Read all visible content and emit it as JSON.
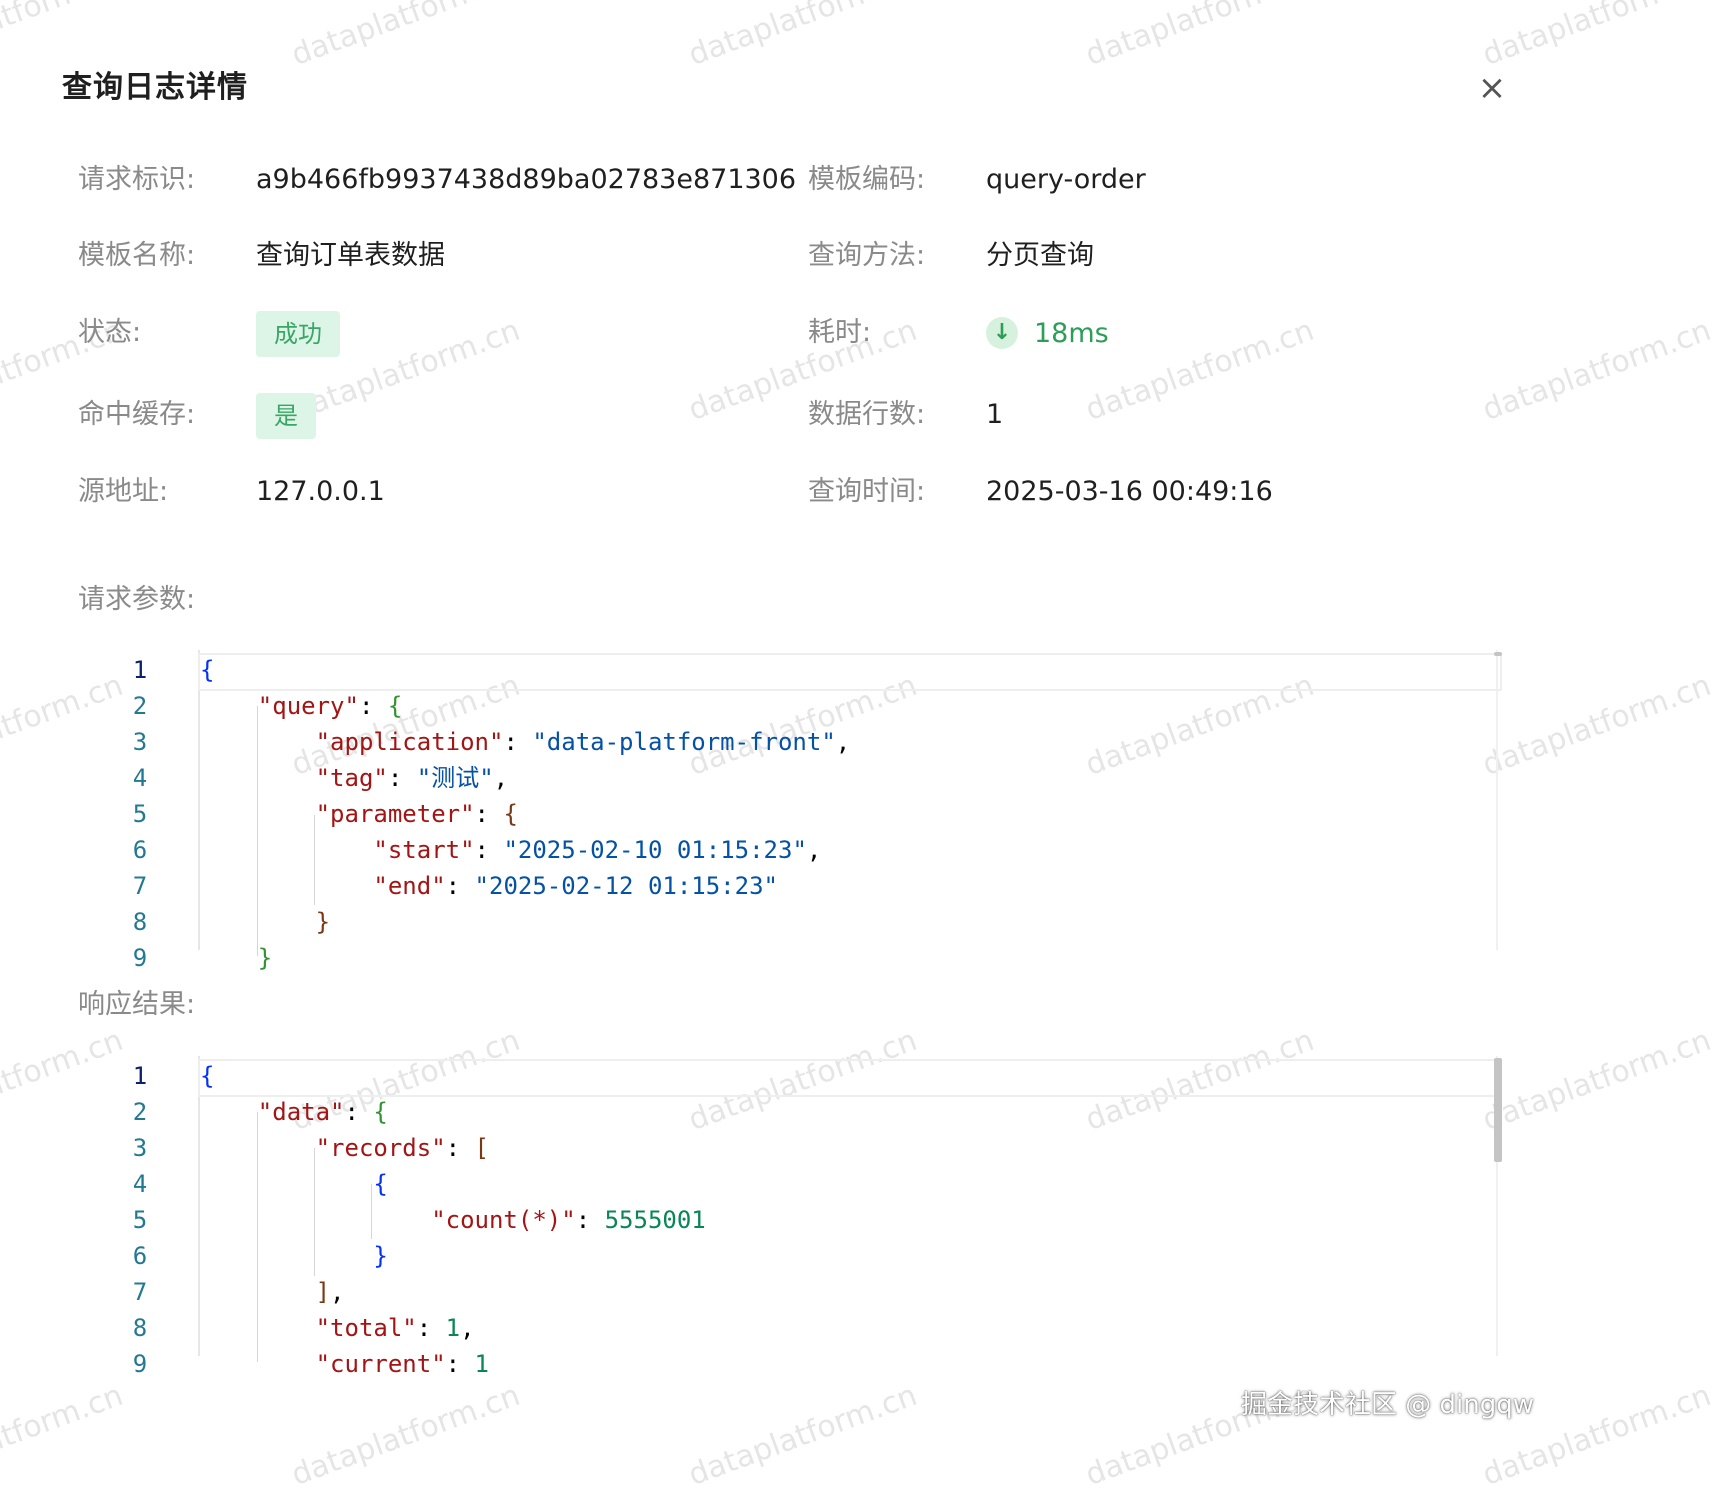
{
  "dialog": {
    "title": "查询日志详情",
    "close_label": "×"
  },
  "info": {
    "request_id_label": "请求标识:",
    "request_id": "a9b466fb9937438d89ba02783e871306",
    "template_code_label": "模板编码:",
    "template_code": "query-order",
    "template_name_label": "模板名称:",
    "template_name": "查询订单表数据",
    "query_method_label": "查询方法:",
    "query_method": "分页查询",
    "status_label": "状态:",
    "status": "成功",
    "duration_label": "耗时:",
    "duration": "18ms",
    "cache_hit_label": "命中缓存:",
    "cache_hit": "是",
    "row_count_label": "数据行数:",
    "row_count": "1",
    "source_ip_label": "源地址:",
    "source_ip": "127.0.0.1",
    "query_time_label": "查询时间:",
    "query_time": "2025-03-16 00:49:16"
  },
  "request": {
    "label": "请求参数:",
    "lines": [
      {
        "n": "1",
        "code": [
          {
            "t": "{",
            "c": "b1"
          }
        ]
      },
      {
        "n": "2",
        "code": [
          {
            "t": "    "
          },
          {
            "t": "\"query\"",
            "c": "k"
          },
          {
            "t": ": ",
            "c": "p"
          },
          {
            "t": "{",
            "c": "b2"
          }
        ]
      },
      {
        "n": "3",
        "code": [
          {
            "t": "        "
          },
          {
            "t": "\"application\"",
            "c": "k"
          },
          {
            "t": ": ",
            "c": "p"
          },
          {
            "t": "\"data-platform-front\"",
            "c": "s"
          },
          {
            "t": ",",
            "c": "p"
          }
        ]
      },
      {
        "n": "4",
        "code": [
          {
            "t": "        "
          },
          {
            "t": "\"tag\"",
            "c": "k"
          },
          {
            "t": ": ",
            "c": "p"
          },
          {
            "t": "\"测试\"",
            "c": "s"
          },
          {
            "t": ",",
            "c": "p"
          }
        ]
      },
      {
        "n": "5",
        "code": [
          {
            "t": "        "
          },
          {
            "t": "\"parameter\"",
            "c": "k"
          },
          {
            "t": ": ",
            "c": "p"
          },
          {
            "t": "{",
            "c": "b3"
          }
        ]
      },
      {
        "n": "6",
        "code": [
          {
            "t": "            "
          },
          {
            "t": "\"start\"",
            "c": "k"
          },
          {
            "t": ": ",
            "c": "p"
          },
          {
            "t": "\"2025-02-10 01:15:23\"",
            "c": "s"
          },
          {
            "t": ",",
            "c": "p"
          }
        ]
      },
      {
        "n": "7",
        "code": [
          {
            "t": "            "
          },
          {
            "t": "\"end\"",
            "c": "k"
          },
          {
            "t": ": ",
            "c": "p"
          },
          {
            "t": "\"2025-02-12 01:15:23\"",
            "c": "s"
          }
        ]
      },
      {
        "n": "8",
        "code": [
          {
            "t": "        "
          },
          {
            "t": "}",
            "c": "b3"
          }
        ]
      },
      {
        "n": "9",
        "code": [
          {
            "t": "    "
          },
          {
            "t": "}",
            "c": "b2"
          }
        ]
      }
    ]
  },
  "response": {
    "label": "响应结果:",
    "lines": [
      {
        "n": "1",
        "code": [
          {
            "t": "{",
            "c": "b1"
          }
        ]
      },
      {
        "n": "2",
        "code": [
          {
            "t": "    "
          },
          {
            "t": "\"data\"",
            "c": "k"
          },
          {
            "t": ": ",
            "c": "p"
          },
          {
            "t": "{",
            "c": "b2"
          }
        ]
      },
      {
        "n": "3",
        "code": [
          {
            "t": "        "
          },
          {
            "t": "\"records\"",
            "c": "k"
          },
          {
            "t": ": ",
            "c": "p"
          },
          {
            "t": "[",
            "c": "b3"
          }
        ]
      },
      {
        "n": "4",
        "code": [
          {
            "t": "            "
          },
          {
            "t": "{",
            "c": "b1"
          }
        ]
      },
      {
        "n": "5",
        "code": [
          {
            "t": "                "
          },
          {
            "t": "\"count(*)\"",
            "c": "k"
          },
          {
            "t": ": ",
            "c": "p"
          },
          {
            "t": "5555001",
            "c": "n"
          }
        ]
      },
      {
        "n": "6",
        "code": [
          {
            "t": "            "
          },
          {
            "t": "}",
            "c": "b1"
          }
        ]
      },
      {
        "n": "7",
        "code": [
          {
            "t": "        "
          },
          {
            "t": "]",
            "c": "b3"
          },
          {
            "t": ",",
            "c": "p"
          }
        ]
      },
      {
        "n": "8",
        "code": [
          {
            "t": "        "
          },
          {
            "t": "\"total\"",
            "c": "k"
          },
          {
            "t": ": ",
            "c": "p"
          },
          {
            "t": "1",
            "c": "n"
          },
          {
            "t": ",",
            "c": "p"
          }
        ]
      },
      {
        "n": "9",
        "code": [
          {
            "t": "        "
          },
          {
            "t": "\"current\"",
            "c": "k"
          },
          {
            "t": ": ",
            "c": "p"
          },
          {
            "t": "1",
            "c": "n"
          }
        ]
      }
    ]
  },
  "watermark_text": "dataplatform.cn",
  "footer_credit": "掘金技术社区 @ dingqw",
  "colors": {
    "success_bg": "#dcf5e6",
    "success_text": "#3aa666",
    "json_key": "#a31515",
    "json_string": "#0451a5",
    "json_number": "#098658",
    "line_number": "#237893"
  }
}
